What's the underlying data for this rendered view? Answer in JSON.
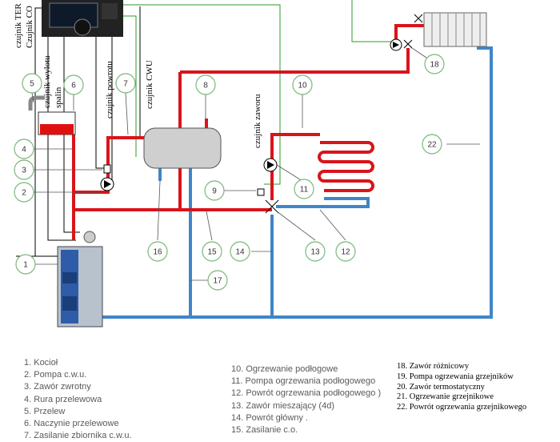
{
  "sensor_labels": {
    "ter": "czujnik TER",
    "co": "Czujnik CO",
    "flue": "czujnik wylotu",
    "flue2": "spalin",
    "return": "czujnik powrotu",
    "cwu": "czujnik CWU",
    "valve": "czujnik zaworu"
  },
  "callouts": [
    "1",
    "2",
    "3",
    "4",
    "5",
    "6",
    "7",
    "8",
    "9",
    "10",
    "11",
    "12",
    "13",
    "14",
    "15",
    "16",
    "17",
    "18",
    "22"
  ],
  "legend_left": [
    "1. Kocioł",
    "2. Pompa c.w.u.",
    "3. Zawór zwrotny",
    "4. Rura przelewowa",
    "5. Przelew",
    "6. Naczynie przelewowe",
    "7. Zasilanie zbiornika c.w.u."
  ],
  "legend_mid": [
    "10. Ogrzewanie podłogowe",
    "11. Pompa ogrzewania podłogowego",
    "12. Powrót ogrzewania podłogowego )",
    "13. Zawór mieszający (4d)",
    "14. Powrót główny .",
    "15. Zasilanie c.o."
  ],
  "legend_right": [
    "18. Zawór różnicowy",
    "19. Pompa ogrzewania grzejników",
    "20. Zawór termostatyczny",
    "21. Ogrzewanie grzejnikowe",
    "22. Powrót ogrzewania grzejnikowego"
  ],
  "colors": {
    "supply": "#d9141b",
    "return": "#3f86c8",
    "signal": "#000000",
    "callout": "#7ab87a"
  }
}
